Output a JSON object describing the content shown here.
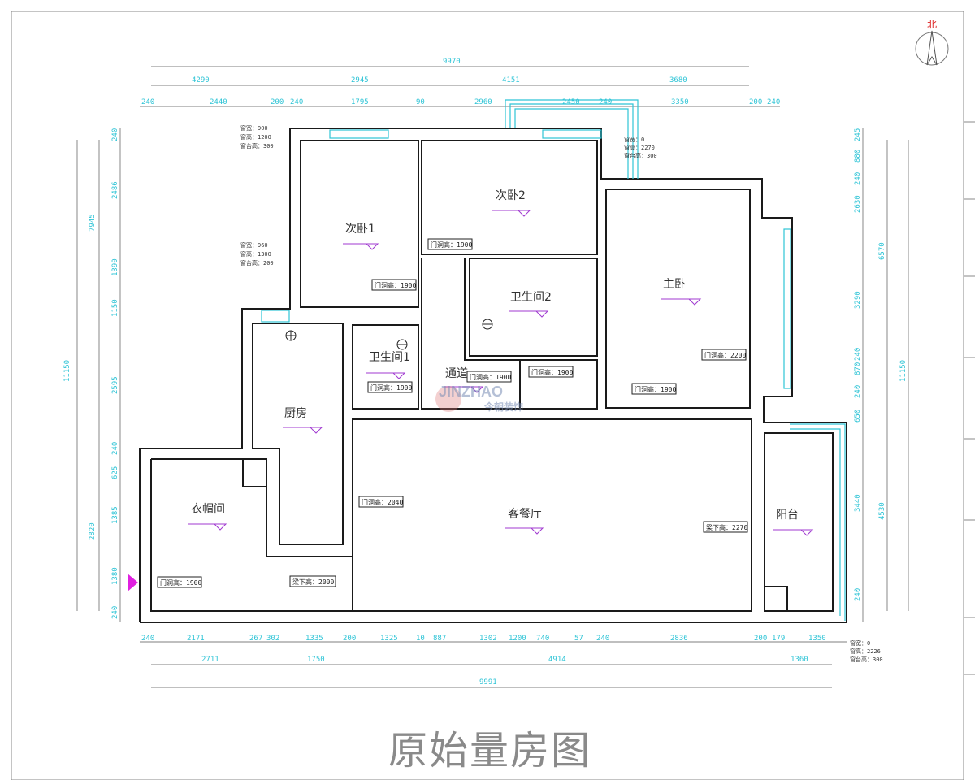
{
  "drawing": {
    "title": "原始量房图",
    "north": "北",
    "watermark": "JINZHAO",
    "watermark_sub": "今朝装饰"
  },
  "rooms": [
    {
      "name": "次卧1"
    },
    {
      "name": "次卧2"
    },
    {
      "name": "主卧"
    },
    {
      "name": "卫生间2"
    },
    {
      "name": "卫生间1"
    },
    {
      "name": "通道"
    },
    {
      "name": "厨房"
    },
    {
      "name": "衣帽间"
    },
    {
      "name": "客餐厅"
    },
    {
      "name": "阳台"
    }
  ],
  "door_tags": [
    "门洞高：1900",
    "门洞高：1900",
    "门洞高：2200",
    "门洞高：1900",
    "门洞高：1900",
    "门洞高：1900",
    "门洞高：1900",
    "门洞高：2040",
    "门洞高：1900",
    "梁下高：2000",
    "梁下高：2270"
  ],
  "window_notes": [
    [
      "窗宽：900",
      "窗高：1200",
      "窗台高：300"
    ],
    [
      "窗宽：960",
      "窗高：1300",
      "窗台高：200"
    ],
    [
      "窗宽：0",
      "窗高：2270",
      "窗台高：300"
    ],
    [
      "窗宽：0",
      "窗高：2226",
      "窗台高：300"
    ]
  ],
  "dims": {
    "top_total": "9970",
    "top_mid": [
      "4290",
      "2945",
      "4151",
      "3680"
    ],
    "top_detail": [
      "240",
      "2440",
      "200",
      "240",
      "1795",
      "90",
      "2960",
      "2450",
      "240",
      "3350",
      "200",
      "240"
    ],
    "bottom_detail": [
      "240",
      "2171",
      "267",
      "302",
      "1335",
      "200",
      "1325",
      "10",
      "887",
      "1302",
      "1200",
      "740",
      "57",
      "240",
      "2836",
      "200",
      "179",
      "1350"
    ],
    "bottom_mid": [
      "2711",
      "1750",
      "4914",
      "1360"
    ],
    "bottom_total": "9991",
    "left_outer": "11150",
    "left_mid": [
      "7945",
      "2820"
    ],
    "left_detail": [
      "240",
      "2486",
      "1390",
      "1150",
      "2595",
      "240",
      "625",
      "1385",
      "1380",
      "240"
    ],
    "right_outer": "11150",
    "right_mid": [
      "6570",
      "4530"
    ],
    "right_detail": [
      "245",
      "880",
      "240",
      "2630",
      "3290",
      "240",
      "870",
      "240",
      "650",
      "3440",
      "240"
    ]
  }
}
